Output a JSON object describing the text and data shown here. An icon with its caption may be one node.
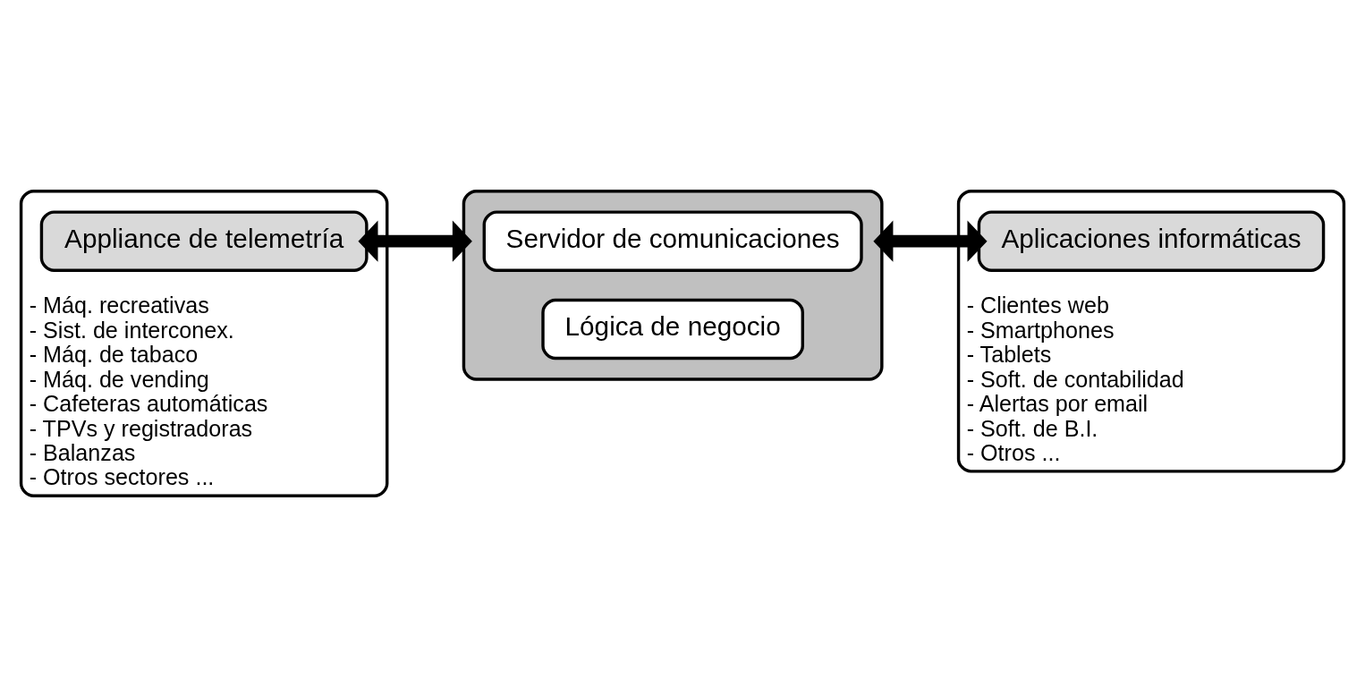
{
  "diagram": {
    "nodes": [
      {
        "text": [
          "- Máq. recreativas - Sist. de interconex. - Máq. de tabaco - Máq. de vending - Cafeteras automáticas - TPVs y registradoras - Balanzas - Otros sectores ..."
        ]
      },
      {
        "text": [
          "Appliance de telemetría"
        ],
        "in": 0
      },
      {
        "text": [
          "- Clientes web - Smartphones - Tablets - Soft. de contabilidad - Alertas por email - Soft. de B.I. - Otros ..."
        ]
      },
      {
        "text": [
          "Aplicaciones informáticas"
        ],
        "in": 2
      },
      {
        "text": [],
        "shape": "box"
      },
      {
        "text": [
          "Servidor de comunicaciones"
        ],
        "in": 4
      },
      {
        "text": [
          "Lógica de negocio"
        ],
        "in": 4
      }
    ],
    "edges": [
      {
        "from": 1,
        "to": 4,
        "arrow": "both"
      },
      {
        "from": 4,
        "to": 3,
        "arrow": "both"
      }
    ]
  }
}
